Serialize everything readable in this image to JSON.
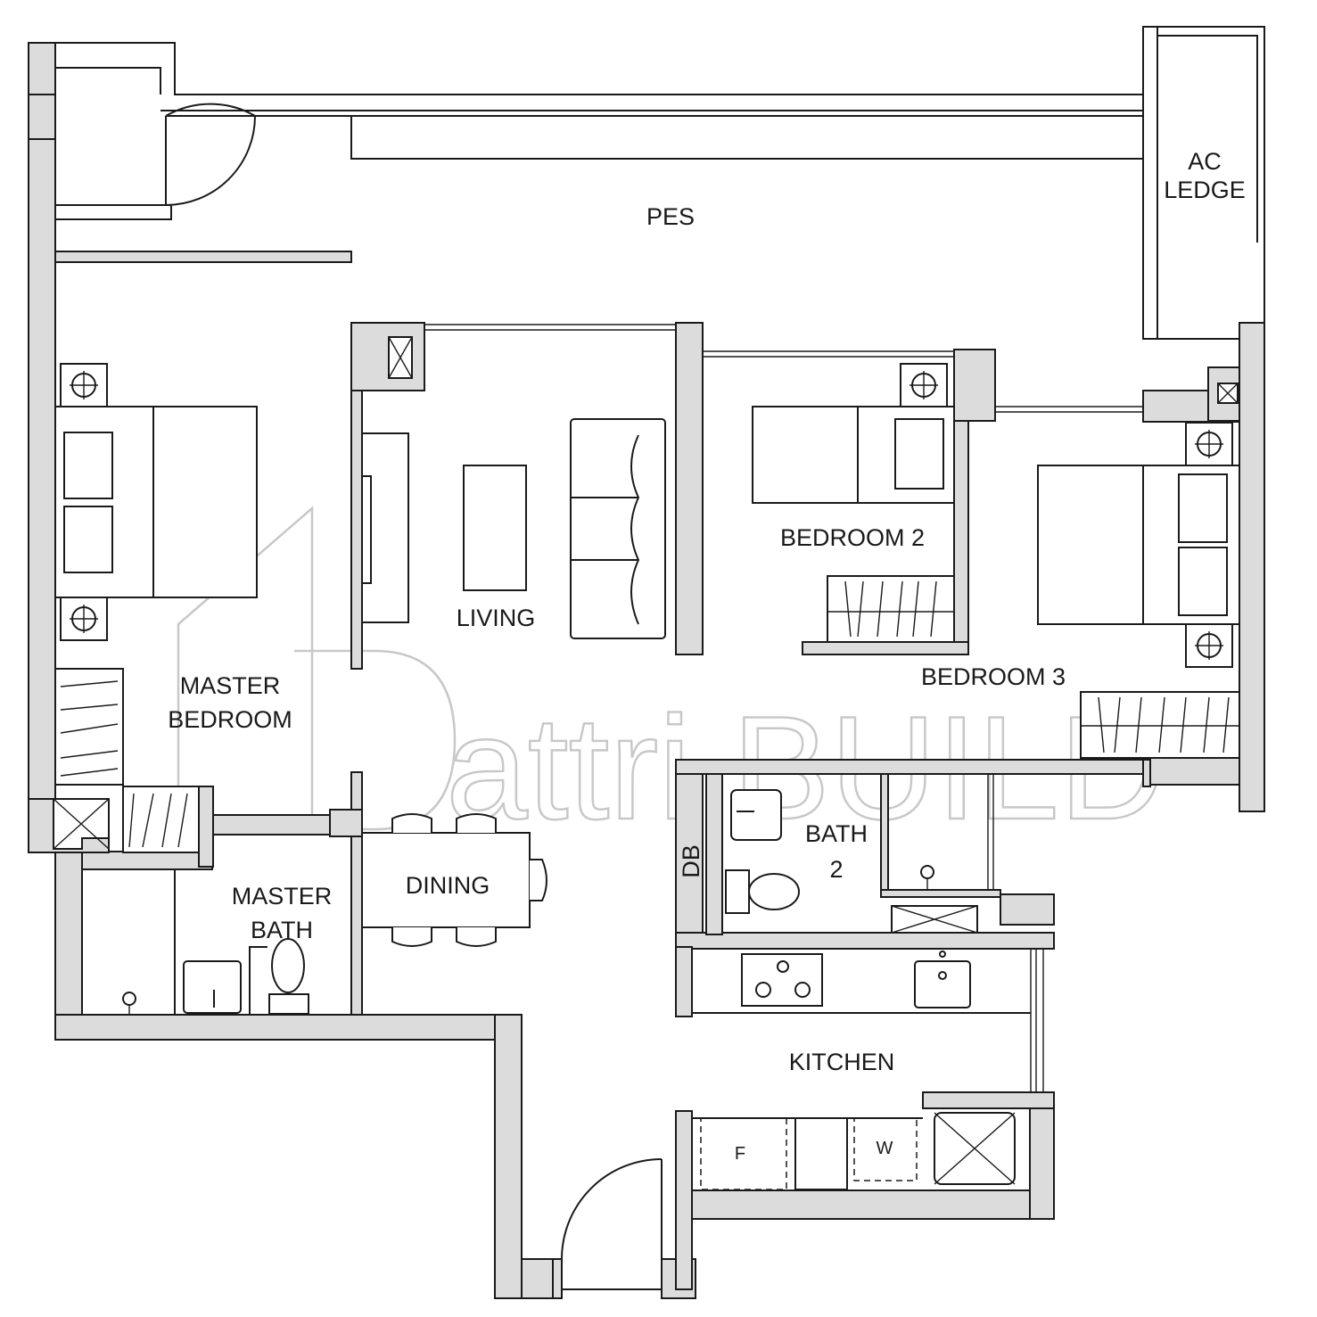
{
  "floor_plan": {
    "rooms": {
      "pes": "PES",
      "ac_ledge_line1": "AC",
      "ac_ledge_line2": "LEDGE",
      "living": "LIVING",
      "bedroom_2": "BEDROOM 2",
      "bedroom_3": "BEDROOM 3",
      "master_bedroom_line1": "MASTER",
      "master_bedroom_line2": "BEDROOM",
      "master_bath_line1": "MASTER",
      "master_bath_line2": "BATH",
      "dining": "DINING",
      "bath_2_line1": "BATH",
      "bath_2_line2": "2",
      "db": "DB",
      "kitchen": "KITCHEN",
      "fridge": "F",
      "washer": "W"
    },
    "watermark": "attri BUILD",
    "colors": {
      "wall_fill": "#dcdcdc",
      "line": "#1a1a1a",
      "watermark": "#c8c8c8"
    }
  }
}
